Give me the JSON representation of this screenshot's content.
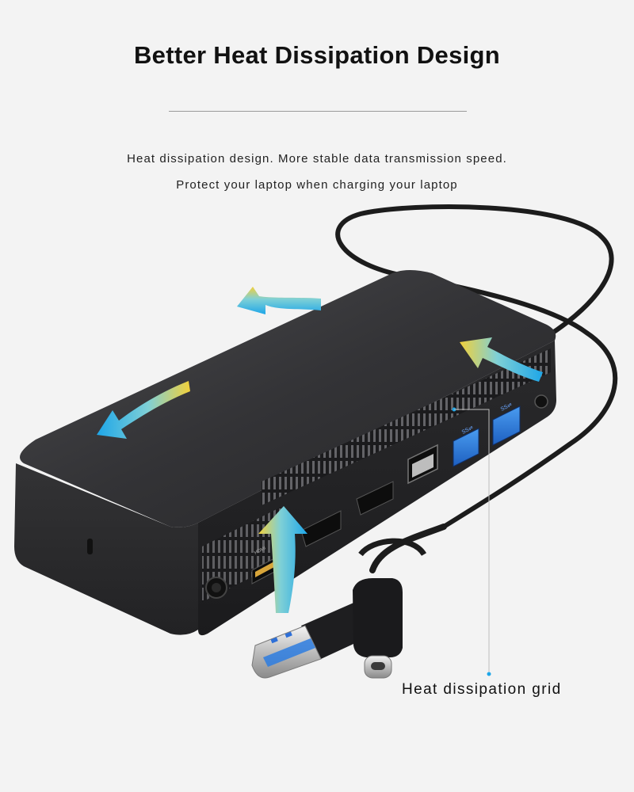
{
  "header": {
    "title": "Better Heat Dissipation Design",
    "subtitle_line1": "Heat dissipation design. More stable data transmission speed.",
    "subtitle_line2": "Protect your laptop when charging your laptop"
  },
  "callout": {
    "label": "Heat dissipation grid"
  },
  "ports": {
    "hdmi_label": "HDMI",
    "usb_label_1": "SS⇌",
    "usb_label_2": "SS⇌"
  },
  "colors": {
    "background": "#f3f3f3",
    "dock_body": "#2b2b2d",
    "arrow_cyan": "#1ea6e8",
    "arrow_yellow": "#f2d03a",
    "usb_blue": "#2d7de0",
    "callout_line": "#1ea6e8"
  },
  "icons": [
    "heat-arrow-icon",
    "usb-a-connector",
    "usb-c-connector",
    "ethernet-port",
    "power-button"
  ]
}
